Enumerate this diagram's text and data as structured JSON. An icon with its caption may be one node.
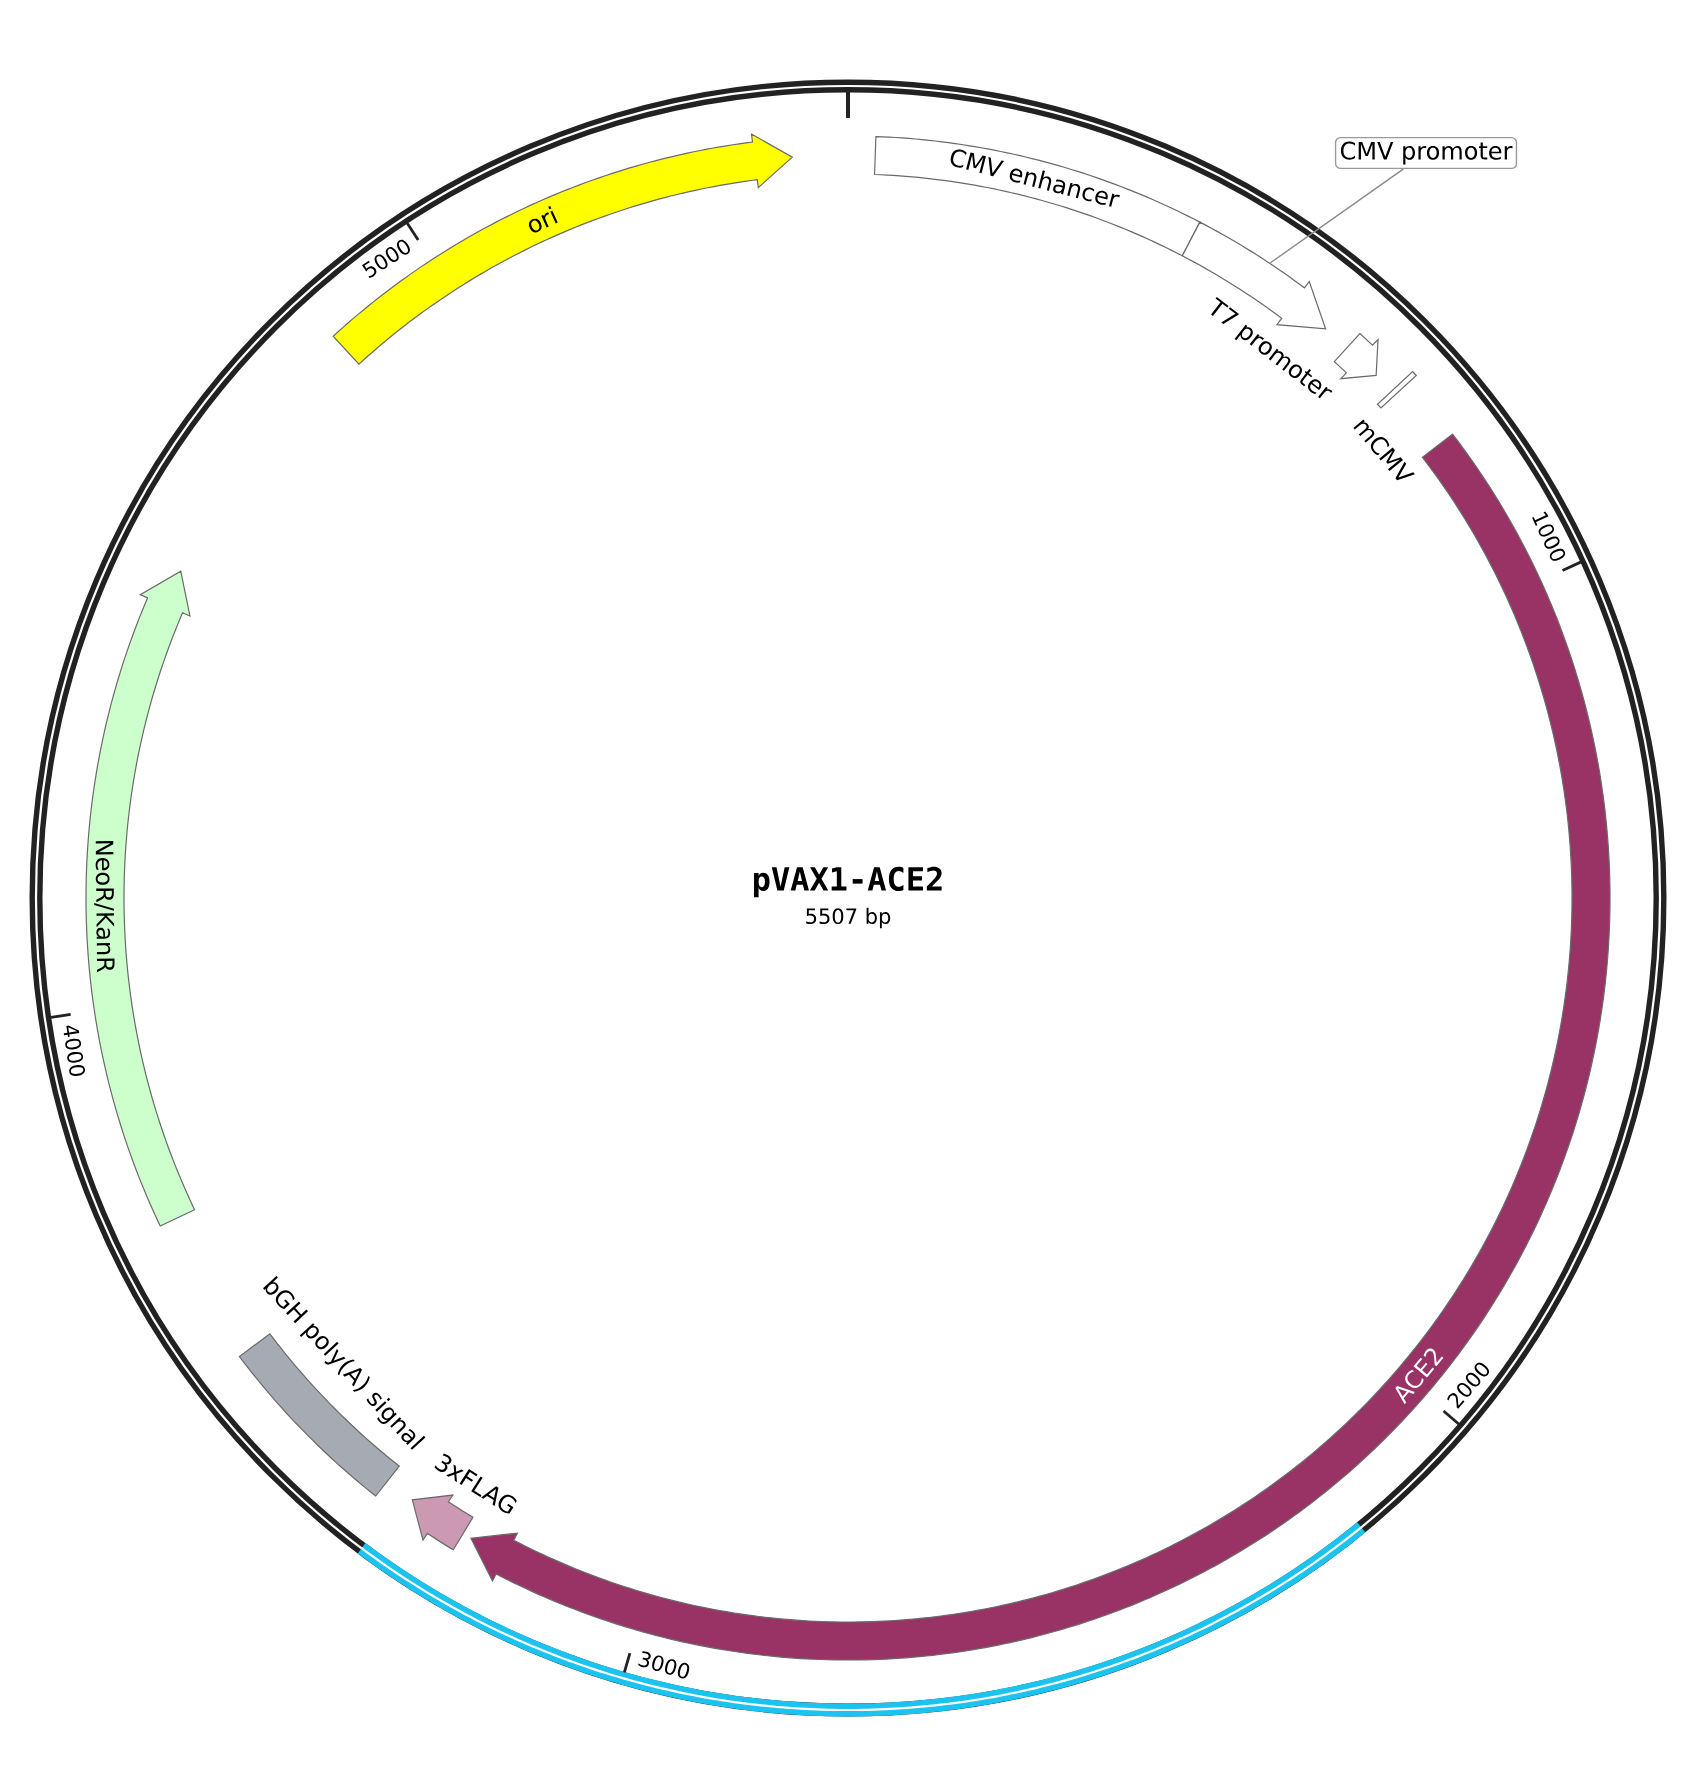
{
  "diagram": {
    "title": "pVAX1-ACE2",
    "nodes": [
      {
        "text": [
          "ori"
        ]
      },
      {
        "text": [
          "CMV enhancer"
        ]
      },
      {
        "text": [
          "CMV promoter"
        ]
      },
      {
        "text": [],
        "shape": "arrow"
      },
      {
        "text": [
          "T7 promoter"
        ]
      },
      {
        "text": [
          "mCMV"
        ]
      },
      {
        "text": [
          "ACE2"
        ]
      },
      {
        "text": [
          "3xFLAG"
        ]
      },
      {
        "text": [
          "bGH poly(A) signal"
        ]
      },
      {
        "text": [
          "NeoR/KanR"
        ]
      }
    ],
    "edges": [
      {
        "from": 2,
        "to": 3,
        "arrow": "none"
      }
    ],
    "labels": [
      "5507 bp",
      "1000",
      "2000",
      "3000",
      "4000",
      "5000"
    ]
  }
}
